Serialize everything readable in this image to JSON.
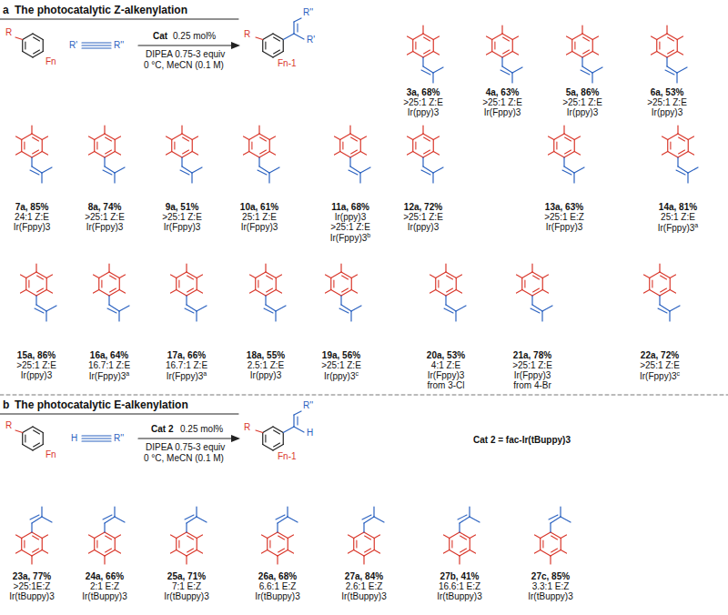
{
  "diagram": {
    "labels": [
      "a",
      "The photocatalytic Z-alkenylation",
      "R",
      "Fn",
      "R'",
      "R''",
      "Cat",
      "0.25 mol%",
      "DIPEA 0.75-3 equiv",
      "0 °C, MeCN (0.1 M)",
      "R",
      "Fn-1",
      "R''",
      "R'",
      "3a, 68%",
      ">25:1 Z:E",
      "Ir(ppy)3",
      "4a, 63%",
      ">25:1 Z:E",
      "Ir(Fppy)3",
      "5a, 86%",
      ">25:1 Z:E",
      "Ir(ppy)3",
      "6a, 53%",
      ">25:1 Z:E",
      "Ir(ppy)3",
      "7a, 85%",
      "24:1 Z:E",
      "Ir(Fppy)3",
      "8a, 74%",
      ">25:1 Z:E",
      "Ir(Fppy)3",
      "9a, 51%",
      ">25:1 Z:E",
      "Ir(Fppy)3",
      "10a, 61%",
      "25:1 Z:E",
      "Ir(Fppy)3",
      "11a, 68%",
      "Ir(ppy)3",
      ">25:1 Z:E",
      "Ir(Fppy)3",
      "b",
      "12a, 72%",
      ">25:1 Z:E",
      "Ir(ppy)3",
      "13a, 63%",
      ">25:1 E:Z",
      "Ir(Fppy)3",
      "14a, 81%",
      "25:1 Z:E",
      "Ir(Fppy)3",
      "a",
      "15a, 86%",
      ">25:1 Z:E",
      "Ir(ppy)3",
      "16a, 64%",
      "16.7:1 Z:E",
      "Ir(Fppy)3",
      "a",
      "17a, 66%",
      "16.7:1 Z:E",
      "Ir(Fppy)3",
      "a",
      "18a, 55%",
      "2.5:1 Z:E",
      "Ir(ppy)3",
      "19a, 56%",
      ">25:1 Z:E",
      "Ir(ppy)3",
      "c",
      "20a, 53%",
      "4:1 Z:E",
      "Ir(Fppy)3",
      "from 3-Cl",
      "21a, 78%",
      ">25:1 Z:E",
      "Ir(Fppy)3",
      "from 4-Br",
      "22a, 72%",
      ">25:1 Z:E",
      "Ir(Fppy)3",
      "c",
      "b",
      "The photocatalytic E-alkenylation",
      "R",
      "Fn",
      "H",
      "R''",
      "Cat 2",
      "0.25 mol%",
      "DIPEA 0.75-3 equiv",
      "0 °C, MeCN (0.1 M)",
      "R",
      "Fn-1",
      "H",
      "R''",
      "Cat 2 = fac-Ir(tBuppy)3",
      "23a, 77%",
      ">25:1E:Z",
      "Ir(tBuppy)3",
      "24a, 66%",
      "2:1 E:Z",
      "Ir(tBuppy)3",
      "25a, 71%",
      "7:1 E:Z",
      "Ir(tBuppy)3",
      "26a, 68%",
      "6.6:1 E:Z",
      "Ir(tBuppy)3",
      "27a, 84%",
      "2.6:1 E:Z",
      "Ir(tBuppy)3",
      "27b, 41%",
      "16.6:1 E:Z",
      "Ir(tBuppy)3",
      "27c, 85%",
      "3.3:1 E:Z",
      "Ir(tBuppy)3"
    ]
  }
}
